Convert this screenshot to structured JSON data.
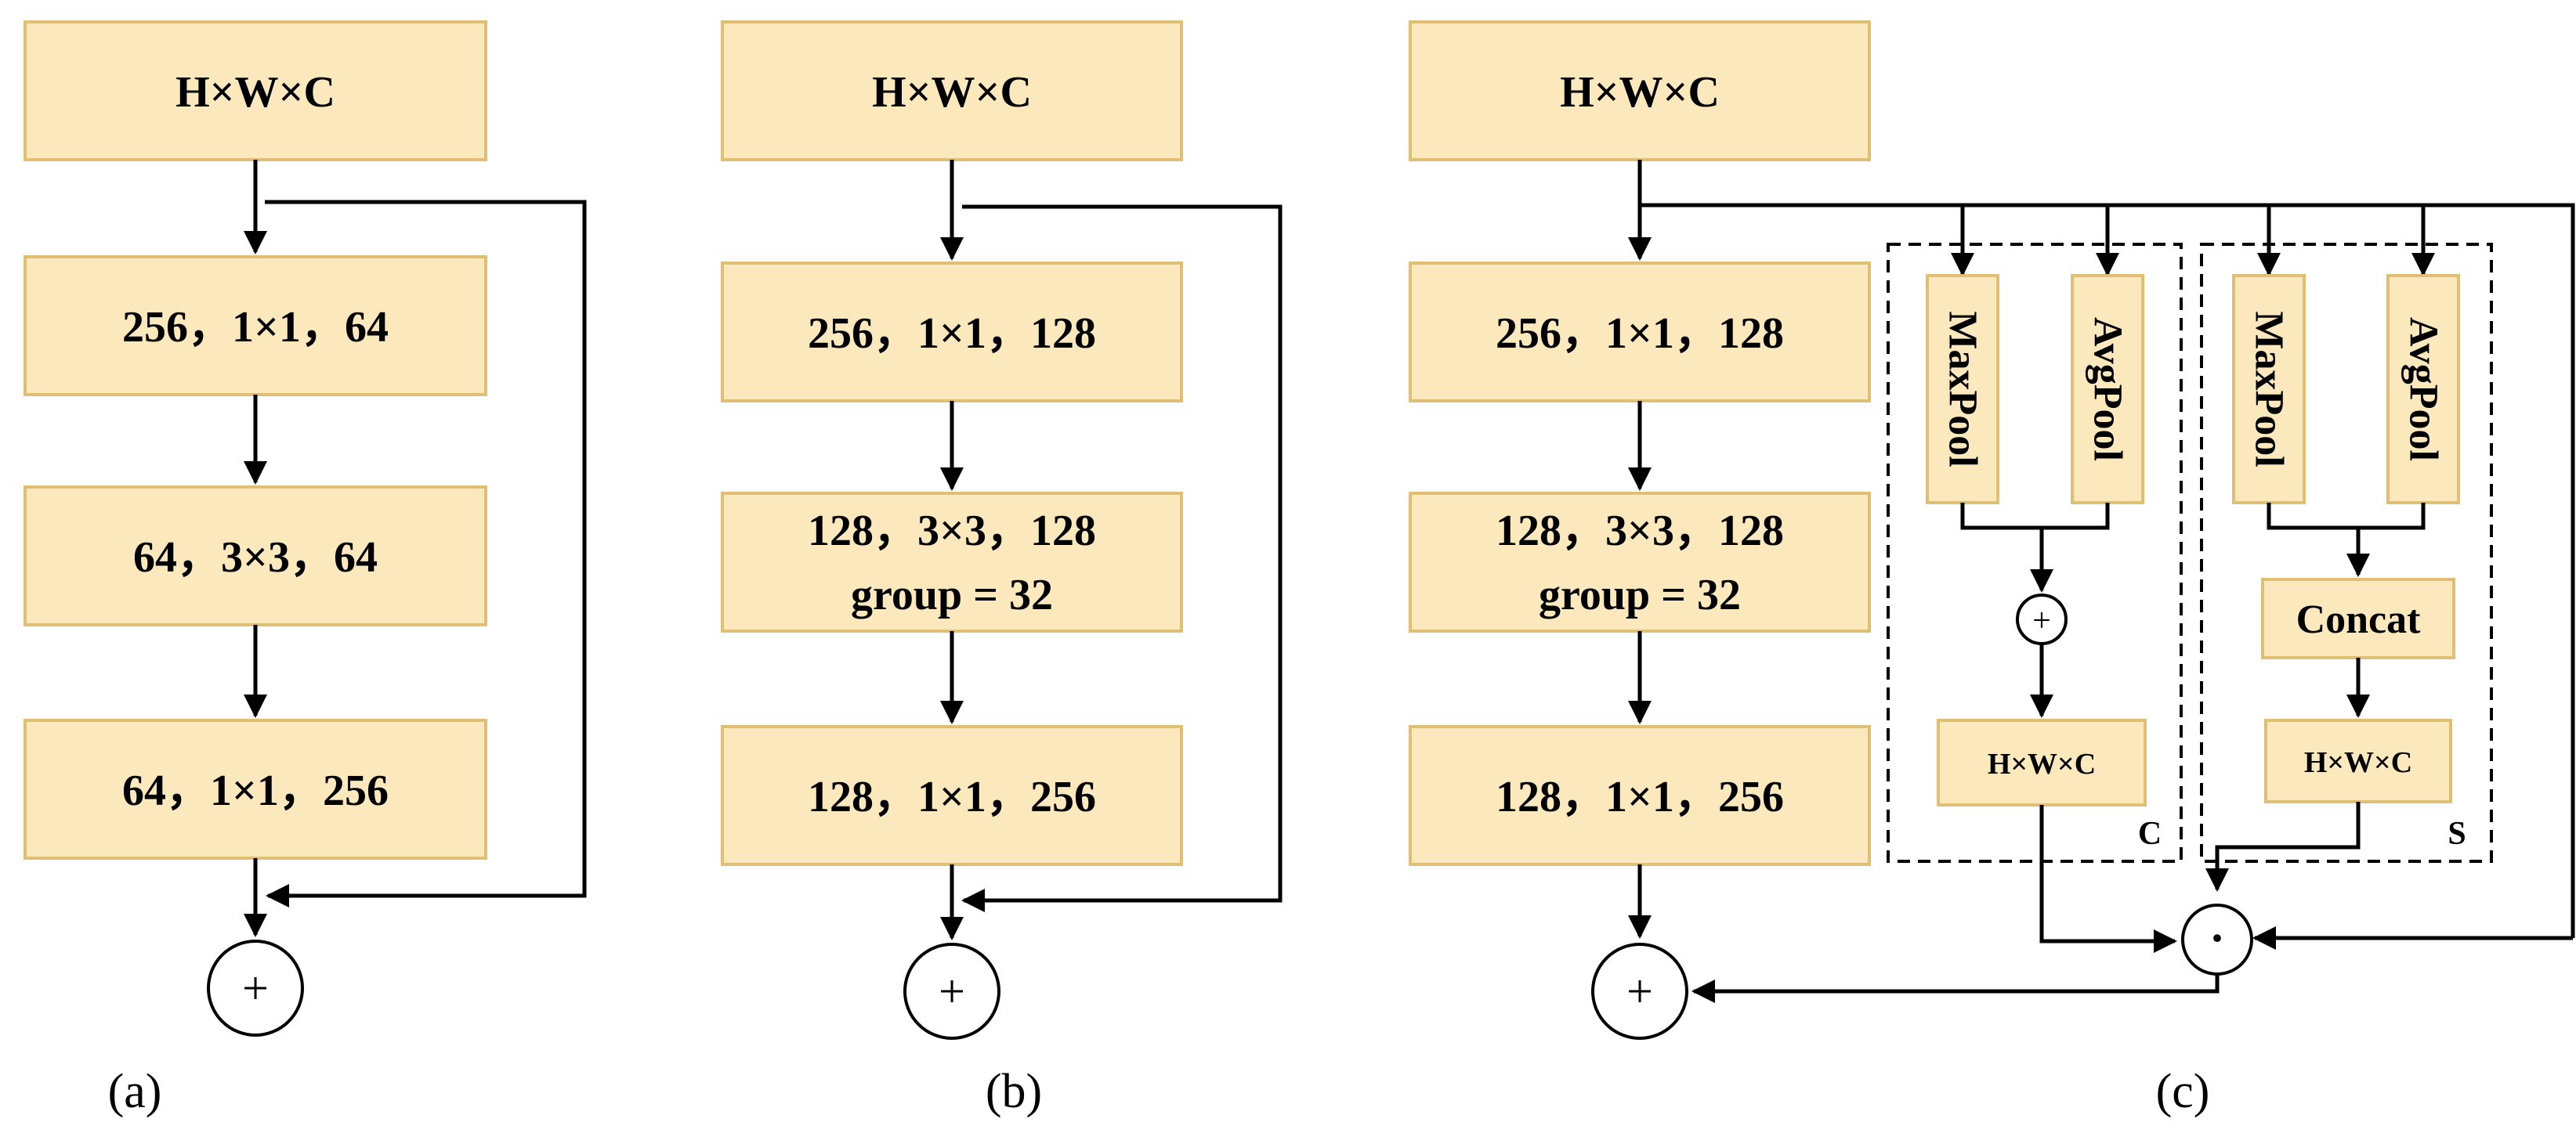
{
  "panels": {
    "a": {
      "input": "H×W×C",
      "layers": [
        "256，1×1，64",
        "64，3×3，64",
        "64，1×1，256"
      ],
      "add": "+",
      "caption": "(a)"
    },
    "b": {
      "input": "H×W×C",
      "layers": [
        "256，1×1，128",
        "128，3×3，128",
        "128，1×1，256"
      ],
      "group_note": "group = 32",
      "add": "+",
      "caption": "(b)"
    },
    "c": {
      "input": "H×W×C",
      "layers": [
        "256，1×1，128",
        "128，3×3，128",
        "128，1×1，256"
      ],
      "group_note": "group = 32",
      "add": "+",
      "caption": "(c)",
      "channel_block": {
        "maxpool": "MaxPool",
        "avgpool": "AvgPool",
        "merge": "+",
        "output": "H×W×C",
        "tag": "C"
      },
      "spatial_block": {
        "maxpool": "MaxPool",
        "avgpool": "AvgPool",
        "merge": "Concat",
        "output": "H×W×C",
        "tag": "S"
      },
      "multiply": "·"
    }
  },
  "colors": {
    "box_fill": "#fbe8bd",
    "box_border": "#e0bf74",
    "line": "#000000"
  }
}
